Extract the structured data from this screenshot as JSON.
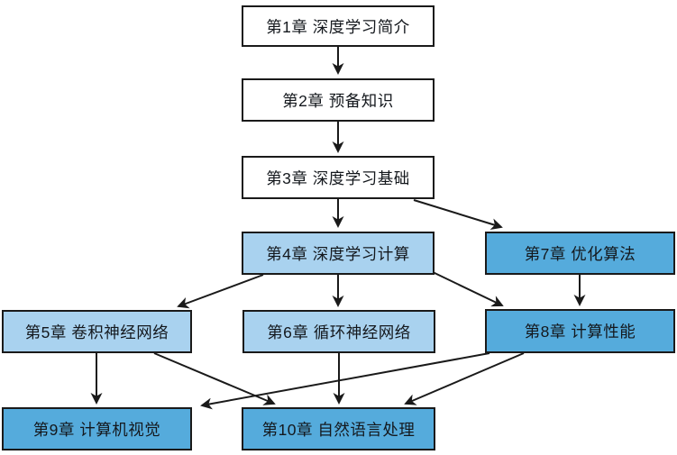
{
  "diagram": {
    "type": "flowchart",
    "description": "Chapter dependency flowchart of a deep learning book",
    "background": "#ffffff",
    "colors": {
      "node_border": "#1a1a1a",
      "arrow": "#1a1a1a",
      "text": "#14181d",
      "white_node_fill": "#ffffff",
      "light_blue_node_fill": "#a9d2ef",
      "medium_blue_node_fill": "#55abdc"
    },
    "nodes": [
      {
        "id": "ch1",
        "label": "第1章 深度学习简介",
        "fill": "#ffffff"
      },
      {
        "id": "ch2",
        "label": "第2章 预备知识",
        "fill": "#ffffff"
      },
      {
        "id": "ch3",
        "label": "第3章 深度学习基础",
        "fill": "#ffffff"
      },
      {
        "id": "ch4",
        "label": "第4章 深度学习计算",
        "fill": "#a9d2ef"
      },
      {
        "id": "ch5",
        "label": "第5章 卷积神经网络",
        "fill": "#a9d2ef"
      },
      {
        "id": "ch6",
        "label": "第6章 循环神经网络",
        "fill": "#a9d2ef"
      },
      {
        "id": "ch7",
        "label": "第7章 优化算法",
        "fill": "#55abdc"
      },
      {
        "id": "ch8",
        "label": "第8章 计算性能",
        "fill": "#55abdc"
      },
      {
        "id": "ch9",
        "label": "第9章 计算机视觉",
        "fill": "#55abdc"
      },
      {
        "id": "ch10",
        "label": "第10章 自然语言处理",
        "fill": "#55abdc"
      }
    ],
    "edges": [
      {
        "from": "ch1",
        "to": "ch2"
      },
      {
        "from": "ch2",
        "to": "ch3"
      },
      {
        "from": "ch3",
        "to": "ch4"
      },
      {
        "from": "ch3",
        "to": "ch7"
      },
      {
        "from": "ch4",
        "to": "ch5"
      },
      {
        "from": "ch4",
        "to": "ch6"
      },
      {
        "from": "ch4",
        "to": "ch8"
      },
      {
        "from": "ch7",
        "to": "ch8"
      },
      {
        "from": "ch5",
        "to": "ch9"
      },
      {
        "from": "ch5",
        "to": "ch10"
      },
      {
        "from": "ch6",
        "to": "ch10"
      },
      {
        "from": "ch8",
        "to": "ch9"
      },
      {
        "from": "ch8",
        "to": "ch10"
      }
    ]
  }
}
